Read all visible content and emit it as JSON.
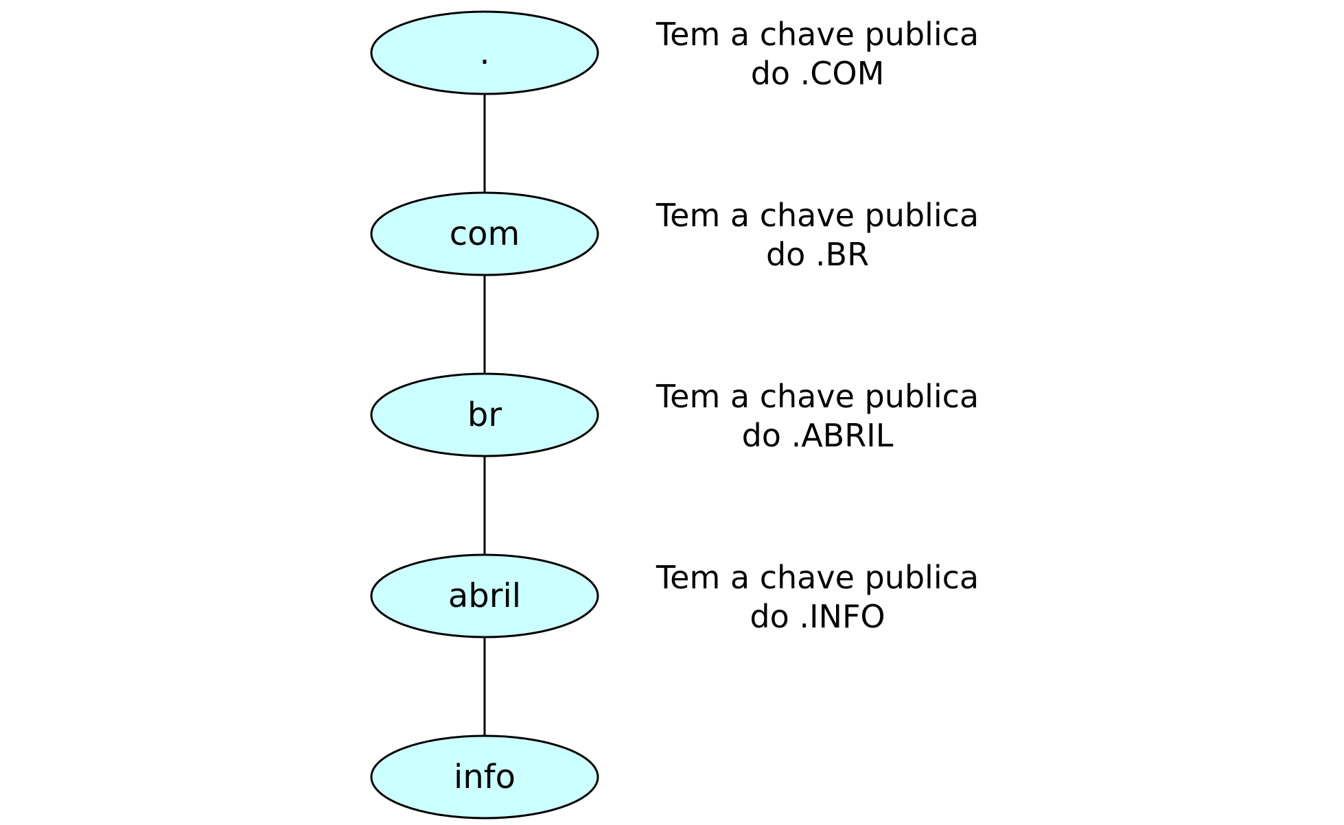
{
  "colors": {
    "node_fill": "#ccffff",
    "stroke": "#000000",
    "text": "#000000",
    "background": "#ffffff"
  },
  "nodes": [
    {
      "label": "."
    },
    {
      "label": "com"
    },
    {
      "label": "br"
    },
    {
      "label": "abril"
    },
    {
      "label": "info"
    }
  ],
  "notes": [
    {
      "line1": "Tem a chave publica",
      "line2": "do .COM"
    },
    {
      "line1": "Tem a chave publica",
      "line2": "do .BR"
    },
    {
      "line1": "Tem a chave publica",
      "line2": "do .ABRIL"
    },
    {
      "line1": "Tem a chave publica",
      "line2": "do .INFO"
    }
  ]
}
